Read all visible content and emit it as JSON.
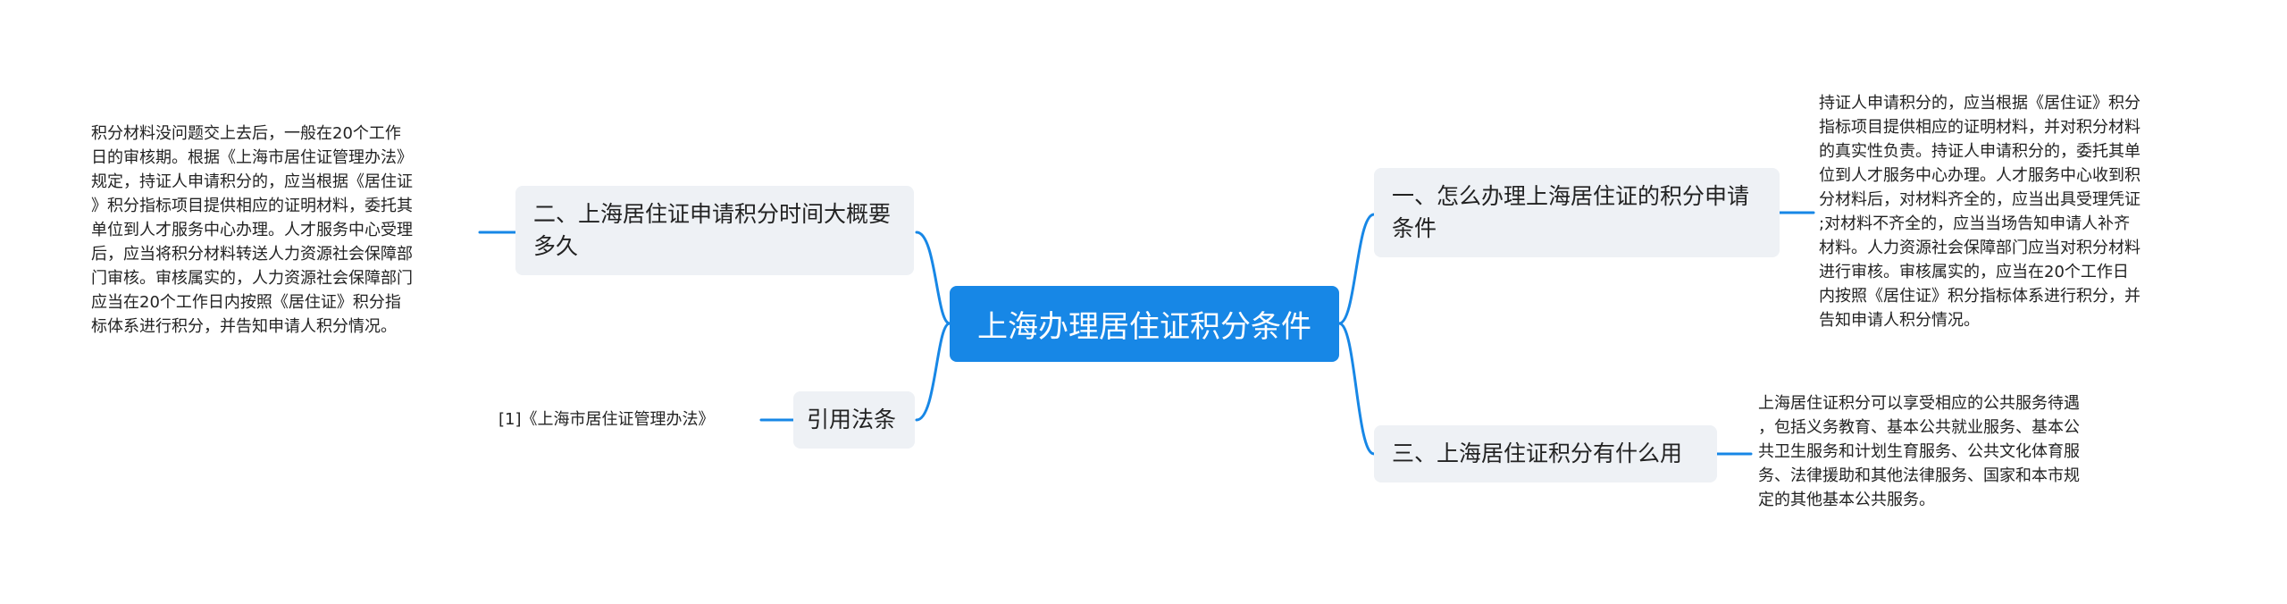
{
  "root": {
    "label": "上海办理居住证积分条件"
  },
  "topics": {
    "t1": {
      "label": "一、怎么办理上海居住证的积分申请条件",
      "detail": "持证人申请积分的，应当根据《居住证》积分\n指标项目提供相应的证明材料，并对积分材料\n的真实性负责。持证人申请积分的，委托其单\n位到人才服务中心办理。人才服务中心收到积\n分材料后，对材料齐全的，应当出具受理凭证\n;对材料不齐全的，应当当场告知申请人补齐\n材料。人力资源社会保障部门应当对积分材料\n进行审核。审核属实的，应当在20个工作日\n内按照《居住证》积分指标体系进行积分，并\n告知申请人积分情况。"
    },
    "t2": {
      "label": "二、上海居住证申请积分时间大概要多久",
      "detail": "积分材料没问题交上去后，一般在20个工作\n日的审核期。根据《上海市居住证管理办法》\n规定，持证人申请积分的，应当根据《居住证\n》积分指标项目提供相应的证明材料，委托其\n单位到人才服务中心办理。人才服务中心受理\n后，应当将积分材料转送人力资源社会保障部\n门审核。审核属实的，人力资源社会保障部门\n应当在20个工作日内按照《居住证》积分指\n标体系进行积分，并告知申请人积分情况。"
    },
    "t3": {
      "label": "三、上海居住证积分有什么用",
      "detail": "上海居住证积分可以享受相应的公共服务待遇\n，包括义务教育、基本公共就业服务、基本公\n共卫生服务和计划生育服务、公共文化体育服\n务、法律援助和其他法律服务、国家和本市规\n定的其他基本公共服务。"
    },
    "t4": {
      "label": "引用法条",
      "detail": "[1]《上海市居住证管理办法》"
    }
  },
  "colors": {
    "root_fill": "#1787e6",
    "topic_fill": "#eef1f5",
    "connector": "#1787e6",
    "text": "#222222"
  }
}
